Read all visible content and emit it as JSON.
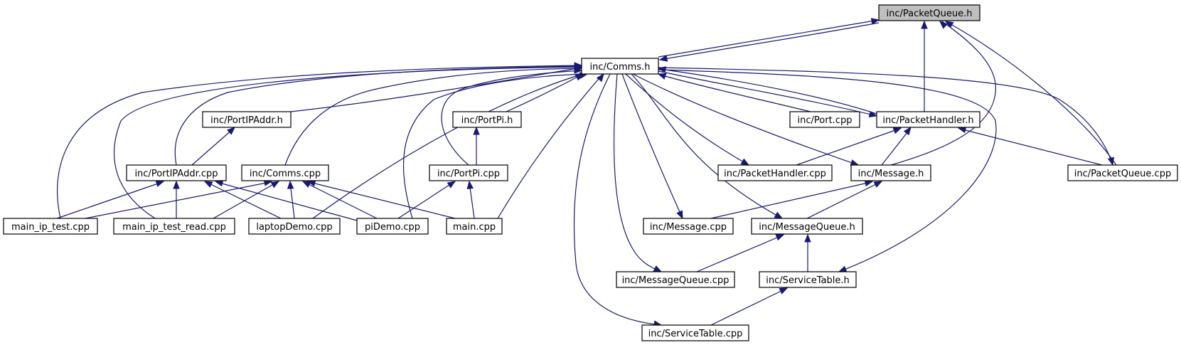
{
  "title": "inc/PacketQueue.h",
  "colors": {
    "edge": "#191970",
    "root_fill": "#bfbfbf",
    "node_fill": "#ffffff",
    "node_stroke": "#000000"
  },
  "nodes": [
    {
      "id": "packetqueue_h",
      "label": "inc/PacketQueue.h",
      "root": true
    },
    {
      "id": "comms_h",
      "label": "inc/Comms.h"
    },
    {
      "id": "portipaddr_h",
      "label": "inc/PortIPAddr.h"
    },
    {
      "id": "portpi_h",
      "label": "inc/PortPi.h"
    },
    {
      "id": "port_cpp",
      "label": "inc/Port.cpp"
    },
    {
      "id": "packethandler_h",
      "label": "inc/PacketHandler.h"
    },
    {
      "id": "portipaddr_cpp",
      "label": "inc/PortIPAddr.cpp"
    },
    {
      "id": "comms_cpp",
      "label": "inc/Comms.cpp"
    },
    {
      "id": "portpi_cpp",
      "label": "inc/PortPi.cpp"
    },
    {
      "id": "packethandler_cpp",
      "label": "inc/PacketHandler.cpp"
    },
    {
      "id": "message_h",
      "label": "inc/Message.h"
    },
    {
      "id": "packetqueue_cpp",
      "label": "inc/PacketQueue.cpp"
    },
    {
      "id": "main_ip_test",
      "label": "main_ip_test.cpp"
    },
    {
      "id": "main_ip_test_read",
      "label": "main_ip_test_read.cpp"
    },
    {
      "id": "laptopdemo",
      "label": "laptopDemo.cpp"
    },
    {
      "id": "pidemo",
      "label": "piDemo.cpp"
    },
    {
      "id": "main_cpp",
      "label": "main.cpp"
    },
    {
      "id": "message_cpp",
      "label": "inc/Message.cpp"
    },
    {
      "id": "messagequeue_h",
      "label": "inc/MessageQueue.h"
    },
    {
      "id": "messagequeue_cpp",
      "label": "inc/MessageQueue.cpp"
    },
    {
      "id": "servicetable_h",
      "label": "inc/ServiceTable.h"
    },
    {
      "id": "servicetable_cpp",
      "label": "inc/ServiceTable.cpp"
    }
  ]
}
